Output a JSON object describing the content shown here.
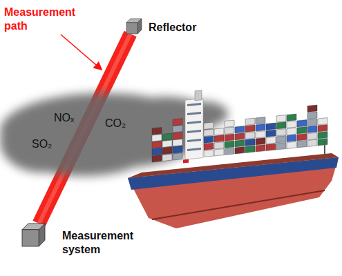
{
  "diagram": {
    "nodes": [
      {
        "text": [
          "Reflector"
        ]
      },
      {
        "text": [
          "Measurement system"
        ]
      }
    ],
    "edges": [
      {
        "from": 1,
        "to": 0,
        "arrow": "none",
        "label": "Measurement path"
      }
    ],
    "labels": [
      "NOₓ",
      "CO₂",
      "SO₂"
    ]
  }
}
